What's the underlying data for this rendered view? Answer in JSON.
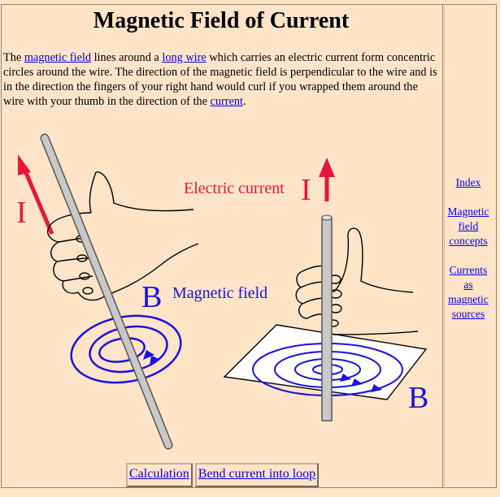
{
  "page": {
    "title": "Magnetic Field of Current",
    "description": {
      "t1": "The ",
      "link_magnetic_field": "magnetic field",
      "t2": " lines around a ",
      "link_long_wire": "long wire",
      "t3": " which carries an electric current form concentric circles around the wire. The direction of the magnetic field is perpendicular to the wire and is in the direction the fingers of your right hand would curl if you wrapped them around the wire with your thumb in the direction of the ",
      "link_current": "current",
      "t4": "."
    }
  },
  "figure": {
    "label_I_left": "I",
    "label_B_left": "B",
    "label_magnetic_field": "Magnetic field",
    "label_electric_current": "Electric current",
    "label_I_right": "I",
    "label_B_right": "B",
    "colors": {
      "current": "#e8163c",
      "field": "#1a10e0"
    }
  },
  "bottom_links": {
    "calculation": "Calculation",
    "bend": "Bend current into loop"
  },
  "sidebar": {
    "index": "Index",
    "field_concepts": "Magnetic field concepts",
    "currents": "Currents as magnetic sources"
  }
}
